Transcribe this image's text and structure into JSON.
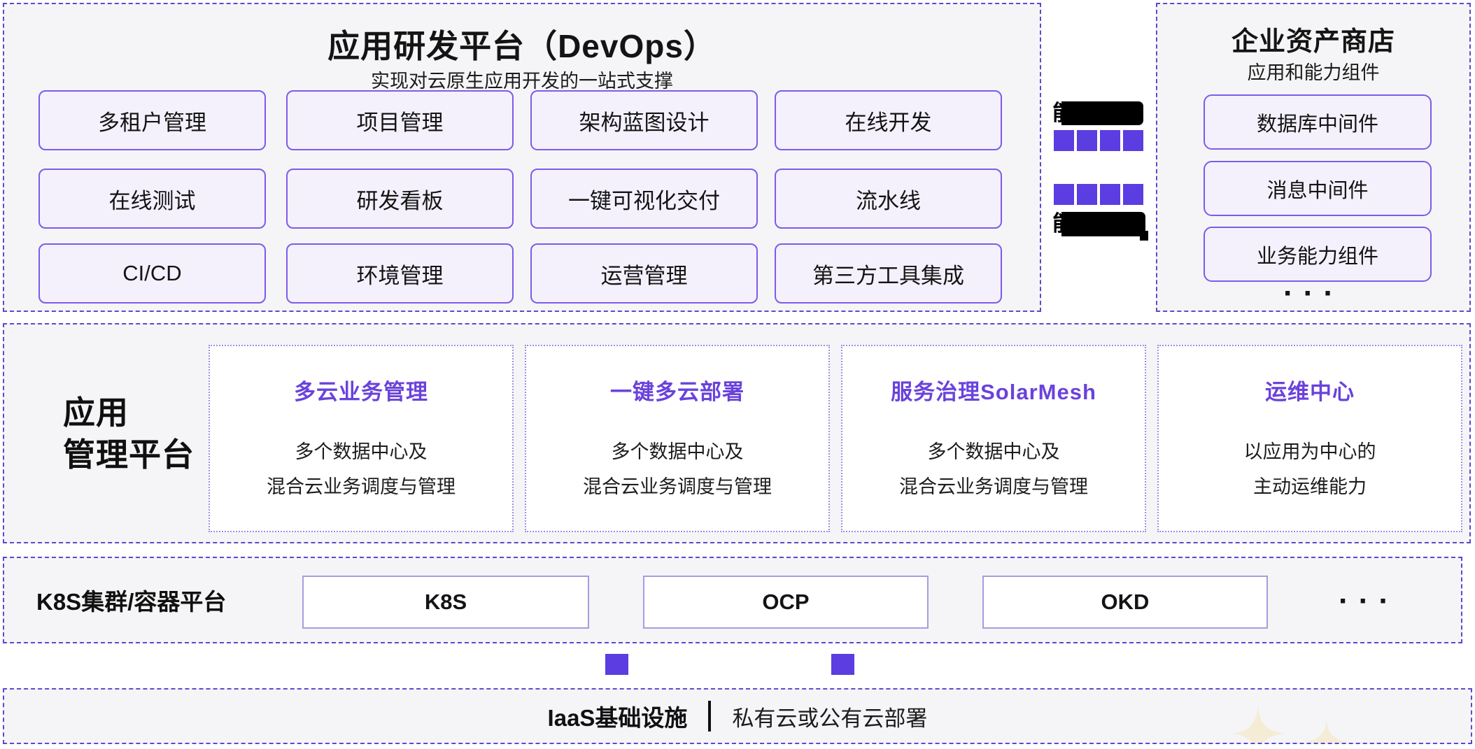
{
  "colors": {
    "accent_purple": "#5B3DE1",
    "dashed_border": "#5B4ACE",
    "chip_border": "#7D5CE8",
    "chip_bg": "#F4F1FD",
    "card_title_purple": "#6A42DC",
    "box_bg": "#F5F5F7",
    "sparkle": "#F5ECD5",
    "redaction": "#000000"
  },
  "devops_platform": {
    "title": "应用研发平台（DevOps）",
    "subtitle": "实现对云原生应用开发的一站式支撑",
    "buttons": [
      "多租户管理",
      "项目管理",
      "架构蓝图设计",
      "在线开发",
      "在线测试",
      "研发看板",
      "一键可视化交付",
      "流水线",
      "CI/CD",
      "环境管理",
      "运营管理",
      "第三方工具集成"
    ]
  },
  "gutter": {
    "top_label": {
      "visible_char": "能",
      "redacted": true
    },
    "bottom_label": {
      "visible_char": "能",
      "redacted": true
    },
    "arrow_squares_per_row": 4
  },
  "asset_store": {
    "title": "企业资产商店",
    "subtitle": "应用和能力组件",
    "items": [
      "数据库中间件",
      "消息中间件",
      "业务能力组件"
    ],
    "more": "···"
  },
  "app_mgmt": {
    "label_line1": "应用",
    "label_line2": "管理平台",
    "cards": [
      {
        "title": "多云业务管理",
        "desc_line1": "多个数据中心及",
        "desc_line2": "混合云业务调度与管理"
      },
      {
        "title": "一键多云部署",
        "desc_line1": "多个数据中心及",
        "desc_line2": "混合云业务调度与管理"
      },
      {
        "title": "服务治理SolarMesh",
        "desc_line1": "多个数据中心及",
        "desc_line2": "混合云业务调度与管理"
      },
      {
        "title": "运维中心",
        "desc_line1": "以应用为中心的",
        "desc_line2": "主动运维能力"
      }
    ]
  },
  "k8s_row": {
    "label": "K8S集群/容器平台",
    "items": [
      "K8S",
      "OCP",
      "OKD"
    ],
    "more": "···"
  },
  "iaas_row": {
    "title": "IaaS基础设施",
    "desc": "私有云或公有云部署"
  }
}
